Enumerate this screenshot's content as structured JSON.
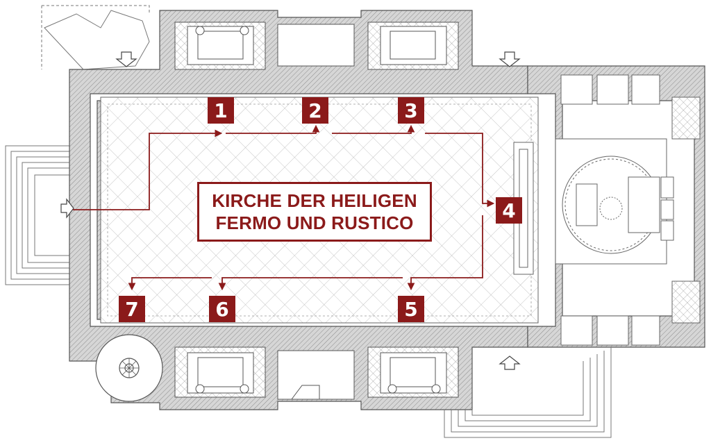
{
  "title": {
    "line1": "KIRCHE DER HEILIGEN",
    "line2": "FERMO UND RUSTICO"
  },
  "stations": [
    {
      "label": "1"
    },
    {
      "label": "2"
    },
    {
      "label": "3"
    },
    {
      "label": "4"
    },
    {
      "label": "5"
    },
    {
      "label": "6"
    },
    {
      "label": "7"
    }
  ],
  "colors": {
    "accent": "#8b1a1a",
    "wall": "#c8c8c8",
    "hatch": "#9a9a9a",
    "line": "#555555"
  }
}
